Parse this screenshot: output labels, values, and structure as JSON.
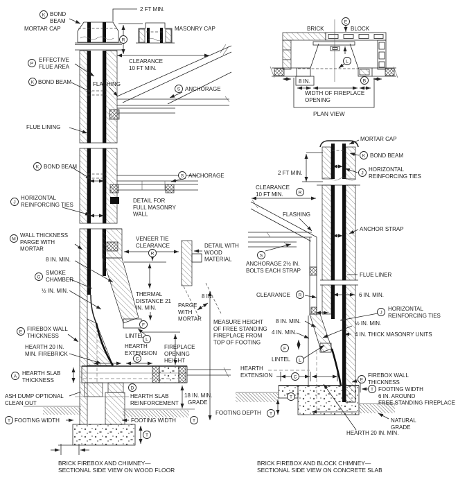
{
  "plan": {
    "e": "E",
    "l": "L",
    "b": "B",
    "brick": "BRICK",
    "block": "BLOCK",
    "dim_8in": "8 IN.",
    "width": [
      "WIDTH OF FIREPLACE",
      "OPENING"
    ],
    "caption": "PLAN VIEW"
  },
  "left": {
    "k1": "K",
    "bond_beam_1": [
      "BOND",
      "BEAM"
    ],
    "mortar_cap": "MORTAR CAP",
    "dim_2ft": "2 FT MIN.",
    "r1": "R",
    "masonry_cap": "MASONRY CAP",
    "clearance": [
      "CLEARANCE",
      "10 FT MIN."
    ],
    "p": "P",
    "effective_flue": [
      "EFFECTIVE",
      "FLUE AREA"
    ],
    "k2": "K",
    "bond_beam_2": "BOND BEAM",
    "flashing": "FLASHING",
    "s1": "S",
    "anchorage_1": "ANCHORAGE",
    "flue_lining": "FLUE LINING",
    "k3": "K",
    "bond_beam_3": "BOND BEAM",
    "s2": "S",
    "anchorage_2": "ANCHORAGE",
    "masonry_detail": [
      "DETAIL FOR",
      "FULL MASONRY",
      "WALL"
    ],
    "j": "J",
    "ties": [
      "HORIZONTAL",
      "REINFORCING TIES"
    ],
    "m": "M",
    "wall_thickness": [
      "WALL THICKNESS",
      "PARGE WITH",
      "MORTAR"
    ],
    "veneer": [
      "VENEER TIE",
      "CLEARANCE"
    ],
    "r2": "R",
    "wood_detail": [
      "DETAIL WITH",
      "WOOD",
      "MATERIAL"
    ],
    "dim_8in_min": "8 IN. MIN.",
    "g": "G",
    "smoke": [
      "SMOKE",
      "CHAMBER"
    ],
    "dim_half": "½ IN. MIN.",
    "thermal": [
      "THERMAL",
      "DISTANCE 21",
      "IN. MIN."
    ],
    "parge": [
      "PARGE",
      "WITH",
      "MORTAR"
    ],
    "dim_8in": "8 IN.",
    "measure": [
      "MEASURE HEIGHT",
      "OF FREE STANDING",
      "FIREPLACE FROM",
      "TOP OF FOOTING"
    ],
    "e": "E",
    "firebox_wall": [
      "FIREBOX WALL",
      "THICKNESS"
    ],
    "hearth20": [
      "HEARTH 20 IN.",
      "MIN. FIREBRICK"
    ],
    "f": "F",
    "lintel": "LINTEL",
    "l": "L",
    "hearth_ext": [
      "HEARTH",
      "EXTENSION"
    ],
    "c": "C",
    "opening": [
      "FIREPLACE",
      "OPENING",
      "HEIGHT"
    ],
    "a": "A",
    "hearth_slab": [
      "HEARTH SLAB",
      "THICKNESS"
    ],
    "d": "D",
    "reinforcement": [
      "HEARTH SLAB",
      "REINFORCEMENT"
    ],
    "dim_18": "18 IN. MIN.",
    "grade": "GRADE",
    "ash": [
      "ASH DUMP OPTIONAL",
      "CLEAN OUT"
    ],
    "t1": "T",
    "footing_w1": "FOOTING WIDTH",
    "footing_w2": "FOOTING WIDTH",
    "t2": "T",
    "t3": "T",
    "caption": [
      "BRICK FIREBOX AND CHIMNEY—",
      "SECTIONAL SIDE VIEW ON WOOD FLOOR"
    ]
  },
  "right": {
    "mortar_cap": "MORTAR CAP",
    "k": "K",
    "bond_beam": "BOND BEAM",
    "dim_2ft": "2 FT MIN.",
    "j1": "J",
    "ties1": [
      "HORIZONTAL",
      "REINFORCING TIES"
    ],
    "clearance1": [
      "CLEARANCE",
      "10 FT MIN."
    ],
    "r1": "R",
    "flashing": "FLASHING",
    "anchor_strap": "ANCHOR STRAP",
    "s": "S",
    "anchorage": [
      "ANCHORAGE 2½ IN.",
      "BOLTS EACH STRAP"
    ],
    "flue_liner": "FLUE LINER",
    "clearance2": "CLEARANCE",
    "r2": "R",
    "dim_6in": "6 IN. MIN.",
    "j2": "J",
    "ties2": [
      "HORIZONTAL",
      "REINFORCING TIES"
    ],
    "dim_8in": "8 IN. MIN.",
    "dim_half": "½ IN. MIN.",
    "dim_4in": "4 IN. MIN.",
    "masonry_units": "4 IN. THICK MASONRY UNITS",
    "f": "F",
    "lintel": "LINTEL",
    "l": "L",
    "hearth_ext": [
      "HEARTH",
      "EXTENSION"
    ],
    "c": "C",
    "e": "E",
    "firebox_wall": [
      "FIREBOX WALL",
      "THICKNESS"
    ],
    "t1": "T",
    "footing_width": [
      "FOOTING WIDTH",
      "6 IN. AROUND",
      "FREE STANDING FIREPLACE"
    ],
    "footing_depth": "FOOTING DEPTH",
    "t2": "T",
    "t3": "T",
    "natural_grade": [
      "NATURAL",
      "GRADE"
    ],
    "hearth20": "HEARTH 20 IN. MIN.",
    "caption": [
      "BRICK FIREBOX AND BLOCK CHIMNEY—",
      "SECTIONAL SIDE VIEW ON CONCRETE SLAB"
    ]
  }
}
